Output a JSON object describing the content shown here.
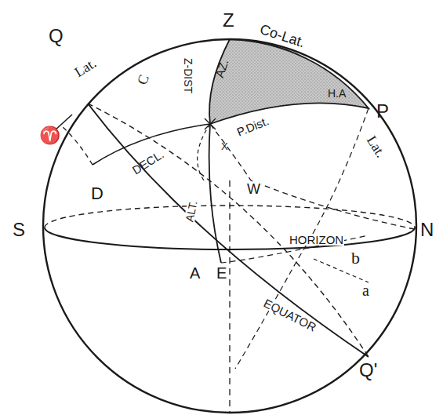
{
  "diagram": {
    "labels": [
      "Z",
      "Lat.",
      "Co-Lat.",
      "Q",
      "P",
      "Lat.",
      "AZ.",
      "H.A",
      "C",
      "Z-DIST",
      "P.Dist.",
      "X",
      "DECL.",
      "♈",
      "D",
      "ALT.",
      "W",
      "S",
      "N",
      "HORIZON",
      "A",
      "E",
      "b",
      "a",
      "EQUATOR",
      "Q'"
    ]
  }
}
